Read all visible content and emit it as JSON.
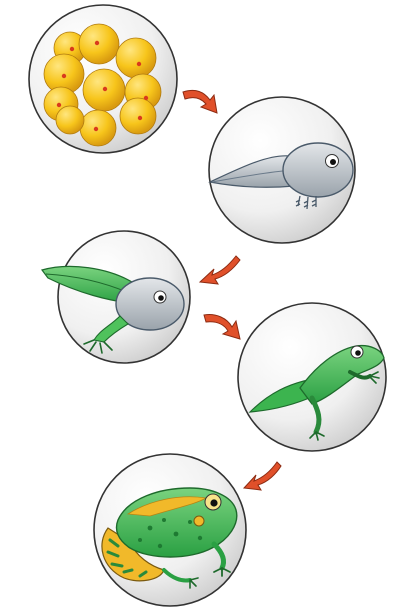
{
  "diagram": {
    "type": "life-cycle",
    "stages": [
      {
        "name": "eggs",
        "icon": "frog-eggs-icon"
      },
      {
        "name": "tadpole",
        "icon": "tadpole-icon"
      },
      {
        "name": "tadpole-with-legs",
        "icon": "tadpole-with-legs-icon"
      },
      {
        "name": "froglet",
        "icon": "froglet-icon"
      },
      {
        "name": "adult-frog",
        "icon": "adult-frog-icon"
      }
    ],
    "arrows": 4,
    "colors": {
      "bubble_fill": "#f2f2f2",
      "bubble_stroke": "#333333",
      "egg_yellow": "#f7c51b",
      "egg_dot": "#d93a1d",
      "tadpole_gray": "#c9ced3",
      "frog_green": "#37b64b",
      "frog_yellow": "#f1b92a",
      "arrow_orange": "#e0502a"
    }
  }
}
